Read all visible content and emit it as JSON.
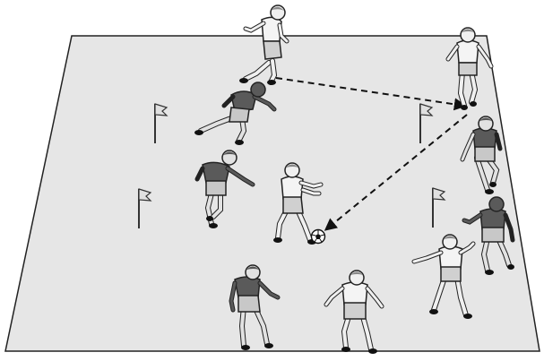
{
  "diagram": {
    "kind": "soccer-training-drill",
    "pitch": {
      "fill": "#e6e6e6",
      "stroke": "#222222"
    },
    "teams": {
      "light": {
        "shirt": "#f4f4f4",
        "shorts": "#d0d0d0",
        "skin": "#f0f0f0"
      },
      "dark": {
        "shirt": "#5a5a5a",
        "shorts": "#c8c8c8",
        "skin": "#e2e2e2"
      }
    },
    "ball": {
      "fill": "#ffffff",
      "patch": "#111111"
    },
    "flag": {
      "fill": "#e0e0e0",
      "pole": "#333333"
    },
    "pass_arrows": {
      "style": "dashed",
      "color": "#111111",
      "count": 2
    }
  }
}
